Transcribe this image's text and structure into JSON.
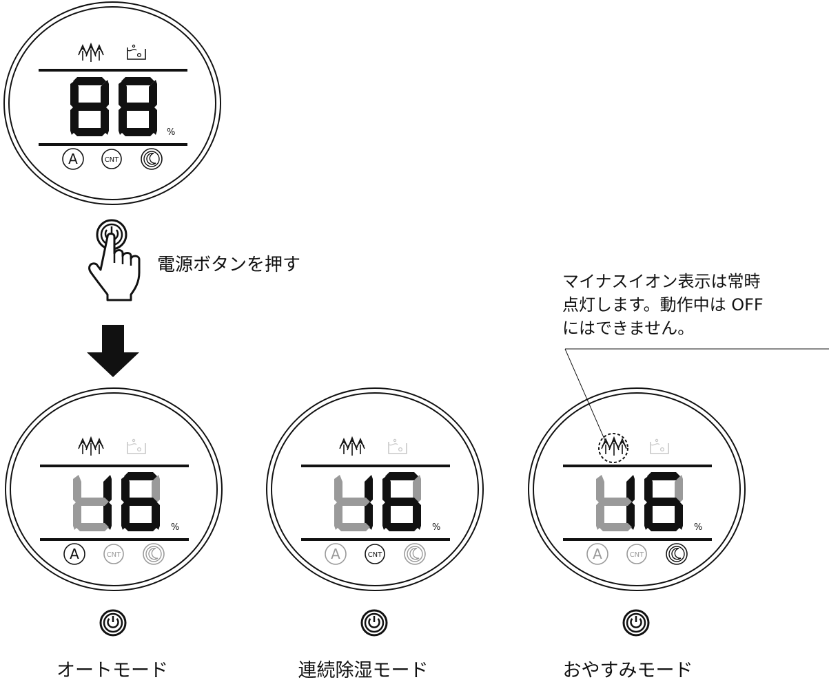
{
  "top_display": {
    "digits": "88",
    "percent": "%",
    "icons": [
      "ion-trees-icon",
      "tank-icon"
    ],
    "mode_icons": [
      {
        "name": "auto-mode-icon",
        "text": "A",
        "active": true
      },
      {
        "name": "continuous-mode-icon",
        "text": "CNT",
        "active": true
      },
      {
        "name": "sleep-mode-icon",
        "text": "☾",
        "active": true
      }
    ]
  },
  "press_instruction": "電源ボタンを押す",
  "ion_note": [
    "マイナスイオン表示は常時",
    "点灯します。動作中は OFF",
    "にはできません。"
  ],
  "panels": [
    {
      "label": "オートモード",
      "digits": "46",
      "percent": "%",
      "active_mode": "A"
    },
    {
      "label": "連続除湿モード",
      "digits": "46",
      "percent": "%",
      "active_mode": "CNT"
    },
    {
      "label": "おやすみモード",
      "digits": "46",
      "percent": "%",
      "active_mode": "sleep"
    }
  ],
  "colors": {
    "on": "#111111",
    "dim": "#9a9a9a",
    "faint": "#c8c8c8"
  }
}
